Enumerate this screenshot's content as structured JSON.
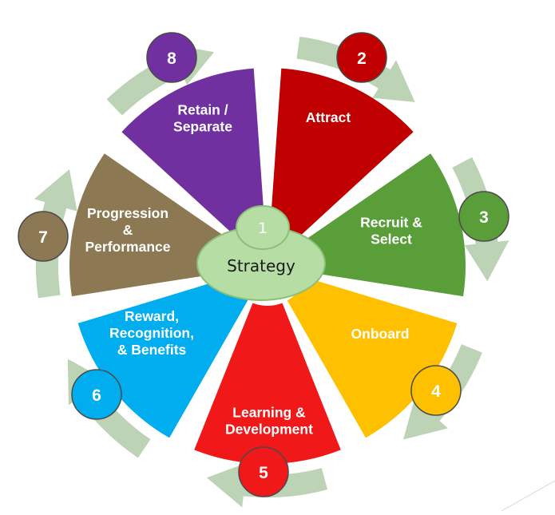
{
  "center": {
    "label": "Strategy",
    "number": "1"
  },
  "segments": [
    {
      "id": "attract",
      "label_lines": [
        "Attract"
      ],
      "number": "2",
      "color": "#C00000"
    },
    {
      "id": "recruit",
      "label_lines": [
        "Recruit &",
        "Select"
      ],
      "number": "3",
      "color": "#5A9E3A"
    },
    {
      "id": "onboard",
      "label_lines": [
        "Onboard"
      ],
      "number": "4",
      "color": "#FFC000"
    },
    {
      "id": "learning",
      "label_lines": [
        "Learning &",
        "Development"
      ],
      "number": "5",
      "color": "#F01818"
    },
    {
      "id": "reward",
      "label_lines": [
        "Reward,",
        "Recognition,",
        "& Benefits"
      ],
      "number": "6",
      "color": "#00AEEF"
    },
    {
      "id": "progression",
      "label_lines": [
        "Progression",
        "&",
        "Performance"
      ],
      "number": "7",
      "color": "#8C7853"
    },
    {
      "id": "retain",
      "label_lines": [
        "Retain /",
        "Separate"
      ],
      "number": "8",
      "color": "#7030A0"
    }
  ],
  "colors": {
    "ring": "#BCD3B6",
    "center_fill": "#B6DEA4",
    "center_stroke": "#8CBF79"
  }
}
